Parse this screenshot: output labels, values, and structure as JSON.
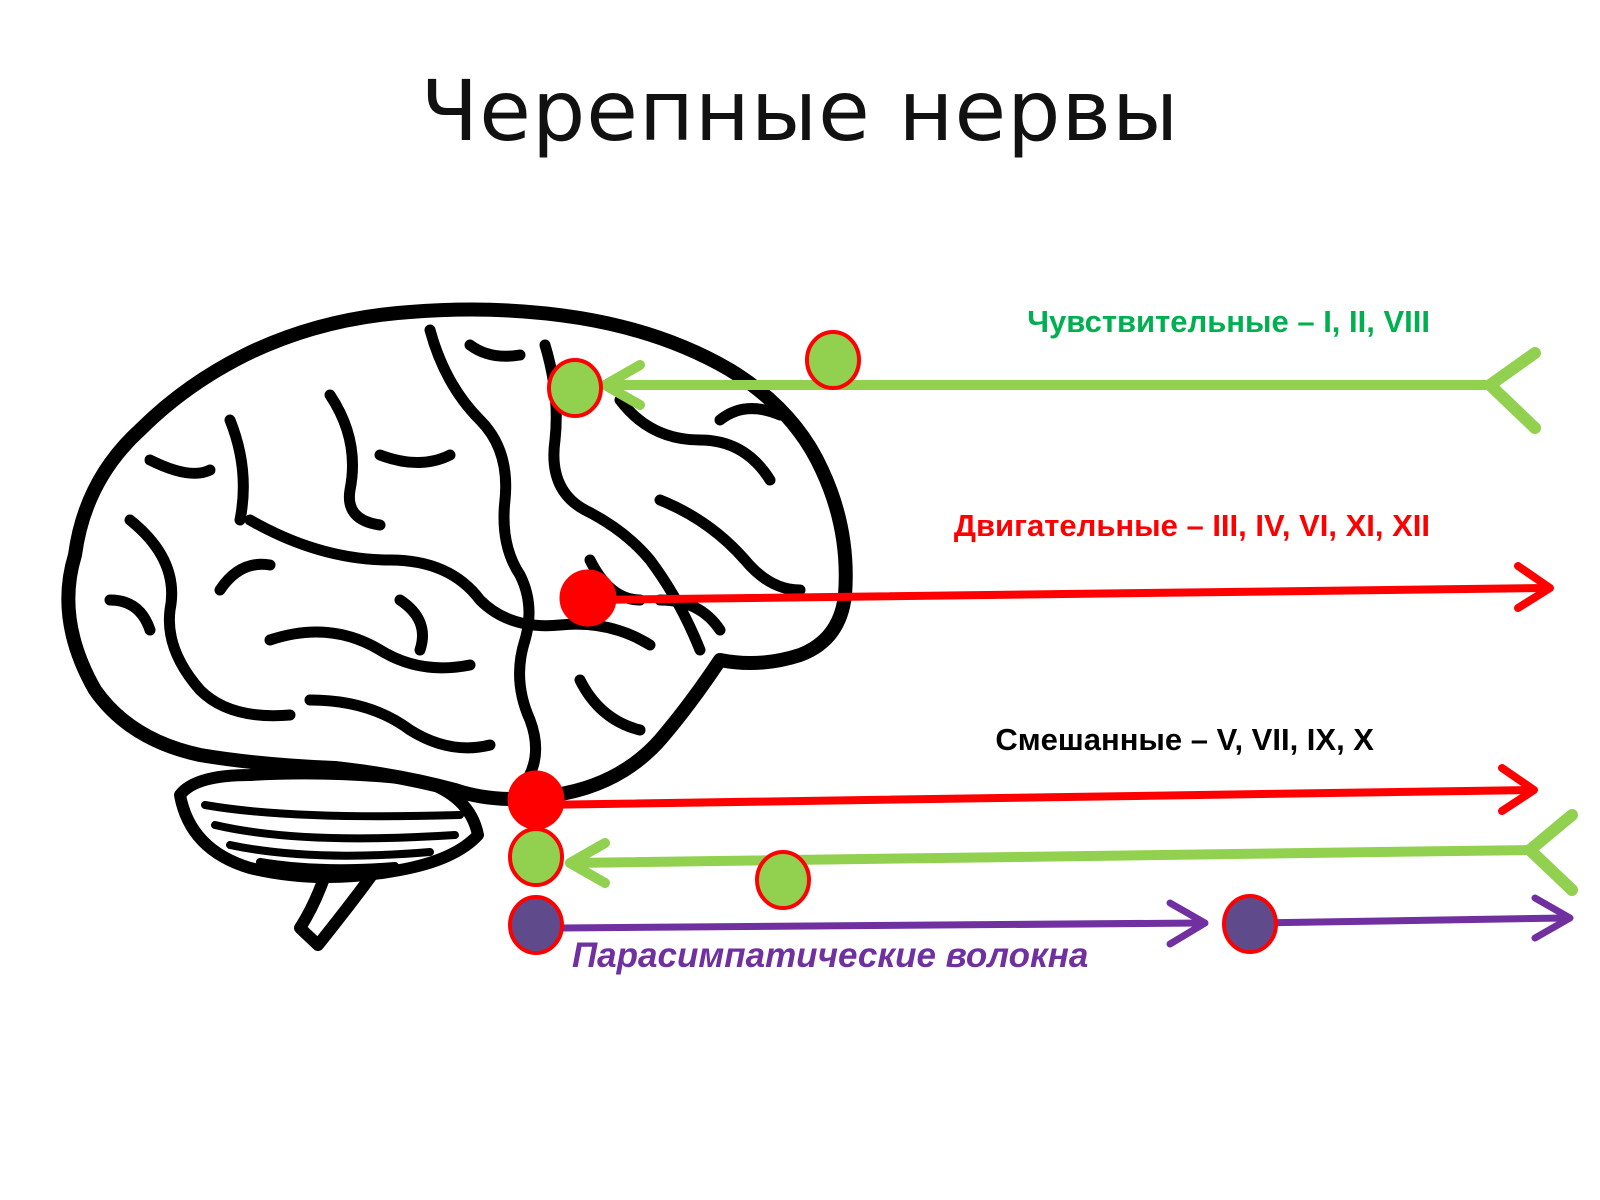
{
  "title": "Черепные нервы",
  "labels": {
    "sensory": "Чувствительные – I, II, VIII",
    "motor": "Двигательные – III, IV, VI, XI, XII",
    "mixed": "Смешанные – V, VII, IX, X",
    "parasympathetic": "Парасимпатические волокна"
  },
  "colors": {
    "sensory": "#92d050",
    "motor": "#ff0000",
    "mixed_label": "#000000",
    "parasympathetic": "#7030a0",
    "parasympathetic_node": "#5f4b8b",
    "node_outline": "#ff0000",
    "sensory_label": "#00b050"
  },
  "icons": {
    "brain": "brain-icon"
  }
}
